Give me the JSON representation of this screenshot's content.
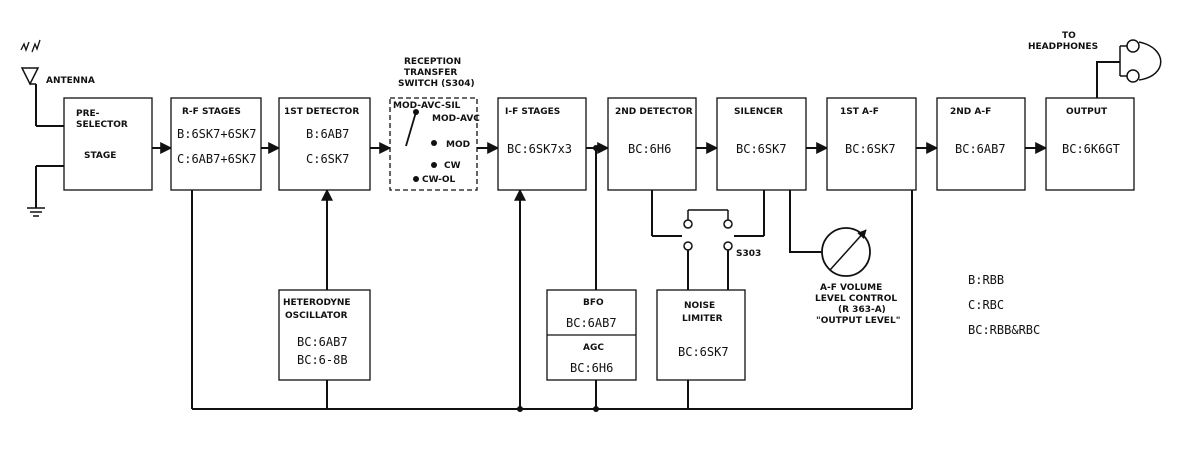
{
  "blocks": {
    "preselector": {
      "title1": "PRE-",
      "title2": "SELECTOR",
      "title3": "STAGE"
    },
    "rf": {
      "title": "R-F STAGES",
      "line1": "B:6SK7+6SK7",
      "line2": "C:6AB7+6SK7"
    },
    "det1": {
      "title": "1ST DETECTOR",
      "line1": "B:6AB7",
      "line2": "C:6SK7"
    },
    "switch": {
      "label1": "RECEPTION",
      "label2": "TRANSFER",
      "label3": "SWITCH (S304)",
      "pos1": "MOD-AVC-SIL",
      "pos2": "MOD-AVC",
      "pos3": "MOD",
      "pos4": "CW",
      "pos5": "CW-OL"
    },
    "if": {
      "title": "I-F STAGES",
      "line1": "BC:6SK7x3"
    },
    "det2": {
      "title": "2ND DETECTOR",
      "line1": "BC:6H6"
    },
    "silencer": {
      "title": "SILENCER",
      "line1": "BC:6SK7"
    },
    "af1": {
      "title": "1ST A-F",
      "line1": "BC:6SK7"
    },
    "af2": {
      "title": "2ND A-F",
      "line1": "BC:6AB7"
    },
    "output": {
      "title": "OUTPUT",
      "line1": "BC:6K6GT"
    },
    "hetosc": {
      "title1": "HETERODYNE",
      "title2": "OSCILLATOR",
      "line1": "BC:6AB7",
      "line2": "BC:6-8B"
    },
    "bfo": {
      "title": "BFO",
      "line1": "BC:6AB7"
    },
    "agc": {
      "title": "AGC",
      "line1": "BC:6H6"
    },
    "noise": {
      "title1": "NOISE",
      "title2": "LIMITER",
      "line1": "BC:6SK7"
    }
  },
  "labels": {
    "antenna": "ANTENNA",
    "headphones1": "TO",
    "headphones2": "HEADPHONES",
    "s303": "S303",
    "volume1": "A-F VOLUME",
    "volume2": "LEVEL CONTROL",
    "volume3": "(R 363-A)",
    "volume4": "\"OUTPUT LEVEL\""
  },
  "legend": [
    "B:RBB",
    "C:RBC",
    "BC:RBB&RBC"
  ]
}
